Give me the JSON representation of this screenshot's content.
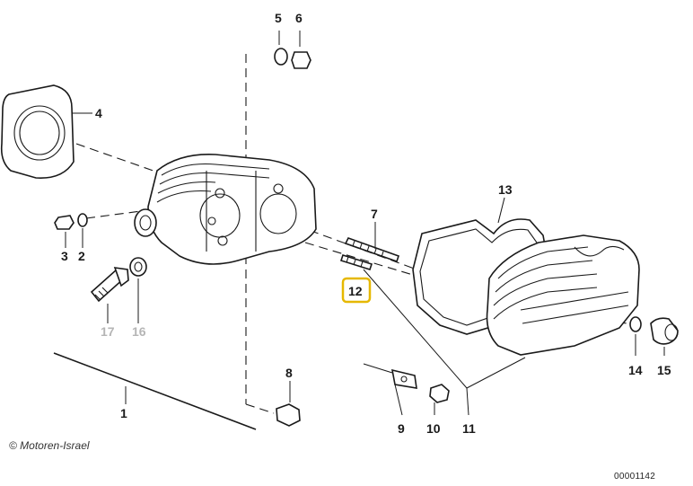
{
  "labels": {
    "p1": "1",
    "p2": "2",
    "p3": "3",
    "p4": "4",
    "p5": "5",
    "p6": "6",
    "p7": "7",
    "p8": "8",
    "p9": "9",
    "p10": "10",
    "p11": "11",
    "p12": "12",
    "p13": "13",
    "p14": "14",
    "p15": "15",
    "p16": "16",
    "p17": "17"
  },
  "footer": {
    "copyright": "© Motoren-Israel",
    "diagram_id": "00001142"
  },
  "colors": {
    "highlight": "#e6b800",
    "faded_label": "#b5b5b5",
    "line": "#1a1a1a"
  }
}
